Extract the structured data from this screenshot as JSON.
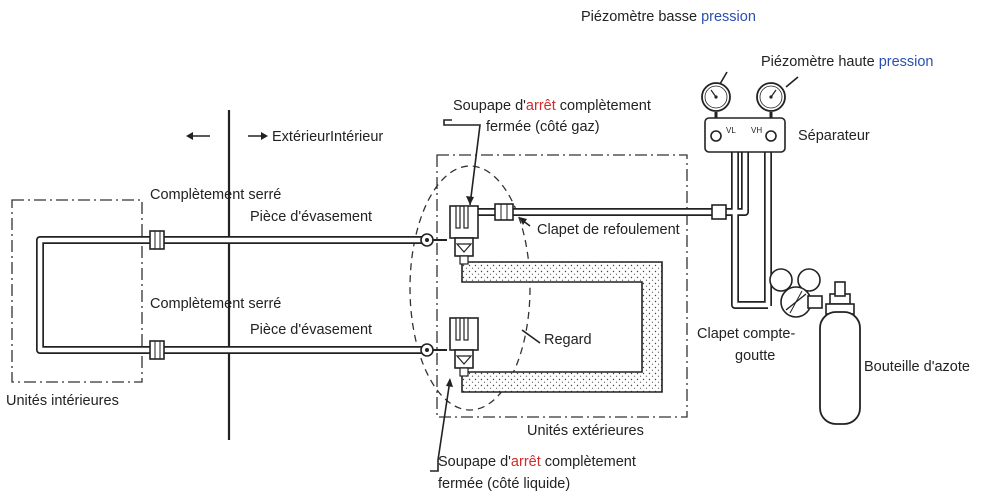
{
  "colors": {
    "accent_red": "#d42a2a",
    "accent_blue": "#2a4fb0",
    "text": "#222222",
    "line": "#222222"
  },
  "labels": {
    "piezo_low_a": "Piézomètre basse ",
    "piezo_low_b": "pression",
    "piezo_high_a": "Piézomètre haute ",
    "piezo_high_b": "pression",
    "separator": "Séparateur",
    "gauge_vl": "VL",
    "gauge_vh": "VH",
    "valve_gas_1a": "Soupape d'",
    "valve_gas_1b": "arrêt",
    "valve_gas_1c": " complètement",
    "valve_gas_2": "fermée (côté gaz)",
    "ext_int": "ExtérieurIntérieur",
    "tightened_top": "Complètement serré",
    "flare_top": "Pièce d'évasement",
    "check_valve": "Clapet de refoulement",
    "tightened_bottom": "Complètement serré",
    "flare_bottom": "Pièce d'évasement",
    "sight_glass": "Regard",
    "drip_valve_1": "Clapet compte-",
    "drip_valve_2": "goutte",
    "nitrogen_bottle": "Bouteille d'azote",
    "indoor_units": "Unités intérieures",
    "outdoor_units": "Unités extérieures",
    "valve_liq_1a": "Soupape d'",
    "valve_liq_1b": "arrêt",
    "valve_liq_1c": " complètement",
    "valve_liq_2": "fermée (côté liquide)"
  },
  "icons": {
    "arrow_left": "arrow-left-icon",
    "arrow_right": "arrow-right-icon",
    "gauge": "pressure-gauge-icon",
    "cylinder": "gas-cylinder-icon",
    "valve": "stop-valve-icon"
  }
}
